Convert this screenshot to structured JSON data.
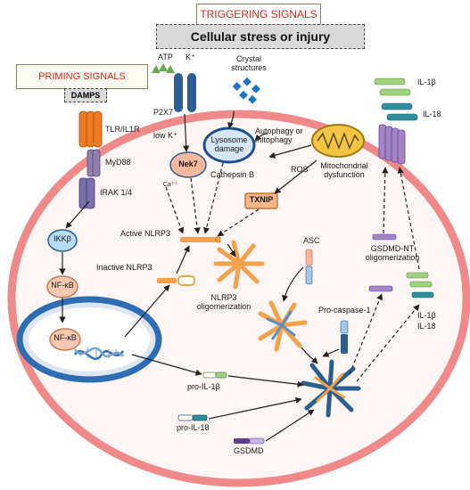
{
  "header": {
    "triggering_signals": "TRIGGERING SIGNALS",
    "cellular_stress": "Cellular stress or injury",
    "priming_signals": "PRIMING SIGNALS",
    "damps": "DAMPS"
  },
  "labels": {
    "atp": "ATP",
    "k_plus": "K⁺",
    "crystal_structures_1": "Crystal",
    "crystal_structures_2": "structures",
    "p2x7": "P2X7",
    "low_k": "low K⁺",
    "tlr": "TLR/IL1R",
    "myd88": "MyD88",
    "irak": "IRAK 1/4",
    "ikkb": "IKKβ",
    "nfkb": "NF-κB",
    "nfkb_nucleus": "NF-κB",
    "nek7": "Nek7",
    "ca": "Ca⁺⁺",
    "lysosome_damage_1": "Lysosome",
    "lysosome_damage_2": "damage",
    "autophagy_1": "Autophagy or",
    "autophagy_2": "mitophagy",
    "cathepsin": "Cathepsin B",
    "ros": "ROS",
    "mito_dysfunction_1": "Mitochondrial",
    "mito_dysfunction_2": "dysfunction",
    "txnip": "TXNIP",
    "active_nlrp3": "Active NLRP3",
    "inactive_nlrp3": "Inactive NLRP3",
    "asc": "ASC",
    "nlrp3_olig_1": "NLRP3",
    "nlrp3_olig_2": "oligomerization",
    "pro_caspase": "Pro-caspase-1",
    "gsdmd_nt_1": "GSDMD-NT",
    "gsdmd_nt_2": "oligomerization",
    "il1b_top": "IL-1β",
    "il18_top": "IL-18",
    "il1b_right": "IL-1β",
    "il18_right": "IL-18",
    "pro_il1b": "pro-IL-1β",
    "pro_il18": "pro-IL-18",
    "gsdmd": "GSDMD"
  },
  "colors": {
    "membrane": "#f08a8a",
    "cytoplasm": "#fdf6f4",
    "nucleus_border": "#2e6db4",
    "nucleus_fill": "#dfe6f3",
    "receptor_orange": "#f07b25",
    "receptor_blue": "#2b5f8f",
    "nlrp3_orange": "#f5a04a",
    "gsdmd_purple": "#a384c6",
    "il1b_green": "#9fd17f",
    "il18_teal": "#2f8f9a",
    "nek7_fill": "#f5b9a0",
    "txnip_fill": "#f5b78a",
    "ikk_fill": "#b8dcf2",
    "nfkb_fill": "#f7c9b2"
  },
  "icons": [
    "atp-triangles-icon",
    "crystal-diamonds-icon",
    "dna-helix-icon",
    "mitochondrion-icon",
    "lysosome-icon",
    "gasdermin-pore-icon"
  ]
}
